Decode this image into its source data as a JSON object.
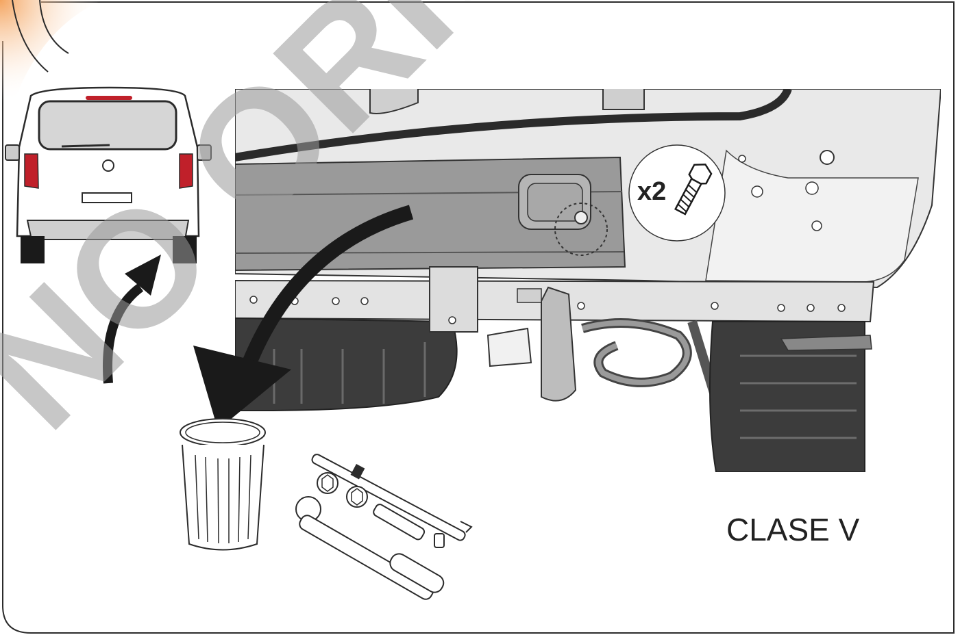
{
  "bolt_badge": {
    "quantity": "x2"
  },
  "model_label": "CLASE V",
  "watermark": "NO ORIGINAL",
  "colors": {
    "frame": "#2b2b2b",
    "accent_orange": "#f39a4d",
    "panel_gray": "#e6e6e6",
    "bumper_gray": "#9a9a9a",
    "dark": "#1a1a1a",
    "tail_light": "#c0202a",
    "watermark": "#9a9a9a"
  },
  "icons": [
    "bolt-icon",
    "trash-bin-icon",
    "torque-wrench-icon",
    "ratchet-icon",
    "socket-icon",
    "curved-arrow-icon",
    "van-rear-icon"
  ]
}
